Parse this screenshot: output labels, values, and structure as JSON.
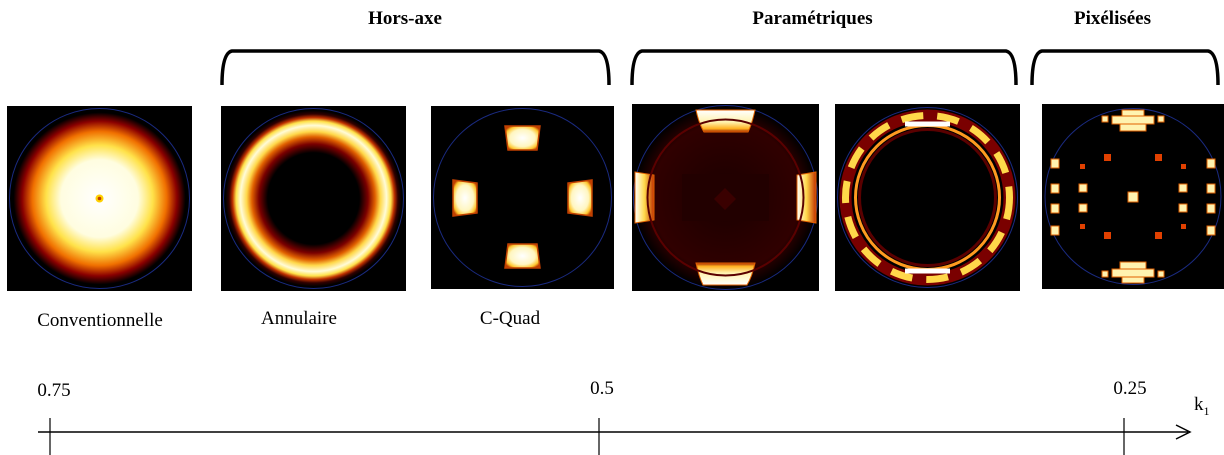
{
  "groups": {
    "hors_axe": "Hors-axe",
    "parametriques": "Paramétriques",
    "pixelisees": "Pixélisées"
  },
  "sources": [
    {
      "name": "conventional",
      "caption": "Conventionnelle"
    },
    {
      "name": "annular",
      "caption": "Annulaire"
    },
    {
      "name": "cquad",
      "caption": "C-Quad"
    },
    {
      "name": "parametric-1",
      "caption": ""
    },
    {
      "name": "parametric-2",
      "caption": ""
    },
    {
      "name": "pixelated",
      "caption": ""
    }
  ],
  "axis": {
    "label_main": "k",
    "label_sub": "1",
    "ticks": [
      "0.75",
      "0.5",
      "0.25"
    ]
  },
  "colors": {
    "hot_white": "#ffffff",
    "hot_yellow": "#ffd84a",
    "hot_orange": "#e06000",
    "hot_red": "#8a0000",
    "pupil_outline": "#1a2a80"
  }
}
